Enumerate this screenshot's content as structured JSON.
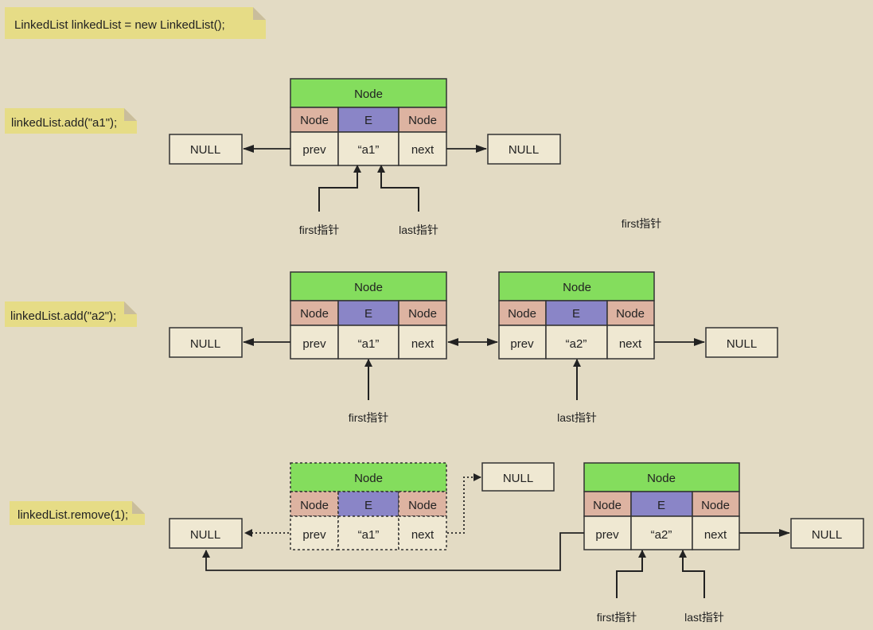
{
  "colors": {
    "background": "#e3dbc4",
    "note": "#e6dc86",
    "node_header": "#84dd5d",
    "pointer_field": "#ddb3a1",
    "element_field": "#8a85c7",
    "cell": "#efe8d2",
    "stroke": "#333333"
  },
  "notes": {
    "init": "LinkedList linkedList = new LinkedList();",
    "add_a1": "linkedList.add(\"a1\");",
    "add_a2": "linkedList.add(\"a2\");",
    "remove": "linkedList.remove(1);"
  },
  "node": {
    "title": "Node",
    "prev_ref": "Node",
    "element": "E",
    "next_ref": "Node",
    "prev": "prev",
    "next": "next"
  },
  "values": {
    "a1": "“a1”",
    "a2": "“a2”"
  },
  "null_label": "NULL",
  "pointers": {
    "first": "first指针",
    "last": "last指针"
  },
  "stray_label": "first指针"
}
